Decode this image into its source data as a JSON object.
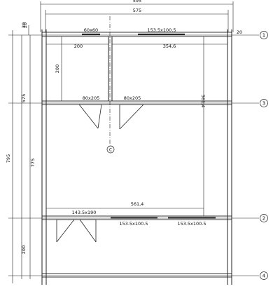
{
  "dimensions": {
    "overall_outer": "595",
    "overall_inner": "575",
    "top_small_right": "20",
    "top_small_left": "20",
    "left_top_small": "20",
    "bay_width_left": "200",
    "bay_width_right": "354,6",
    "room_depth_left": "200",
    "upper_height": "575",
    "span_right": "561,4",
    "total_height": "795",
    "inner_height": "775",
    "width_bottom": "561,4",
    "lower_bay": "200"
  },
  "windows": {
    "w1": "60x60",
    "w2": "153.5x100.5",
    "w3": "153.5x100.5",
    "w4": "153.5x100.5"
  },
  "doors": {
    "d1": "80x205",
    "d2": "80x205",
    "d3": "143.5x190"
  },
  "axis_labels": [
    "1",
    "3",
    "2",
    "4"
  ],
  "center_marker": "C"
}
